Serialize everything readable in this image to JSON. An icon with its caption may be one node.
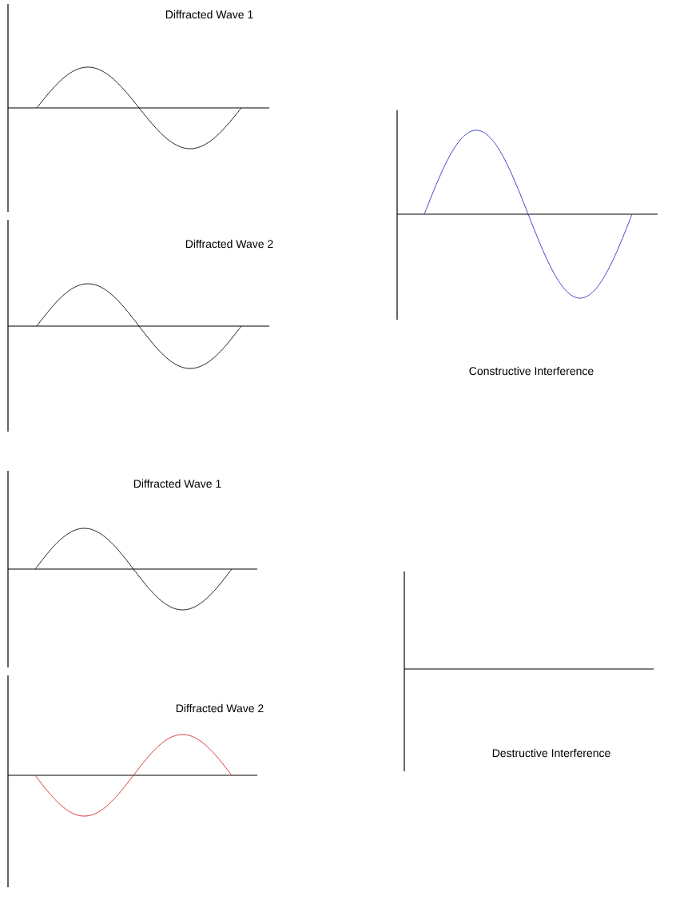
{
  "diagram": {
    "labels": [
      "Diffracted Wave 1",
      "Diffracted Wave 2",
      "Constructive Interference",
      "Diffracted Wave 1",
      "Diffracted Wave 2",
      "Destructive Interference"
    ]
  }
}
